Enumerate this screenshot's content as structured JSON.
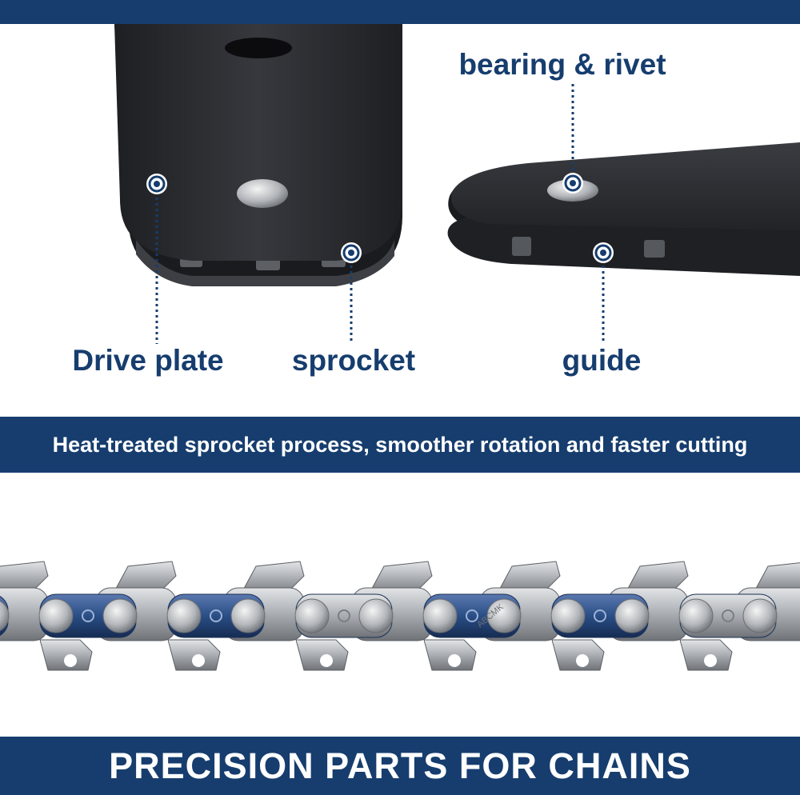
{
  "labels": {
    "bearing": "bearing & rivet",
    "drive": "Drive plate",
    "sprocket": "sprocket",
    "guide": "guide"
  },
  "banner": "Heat-treated sprocket process, smoother rotation and faster cutting",
  "footer": "PRECISION PARTS FOR CHAINS",
  "chain_stamp": "ABCMK",
  "colors": {
    "brand": "#163d6e",
    "bar": "#2b2c30",
    "steel": "#b8bcc0",
    "blue_link": "#2a4e86"
  }
}
